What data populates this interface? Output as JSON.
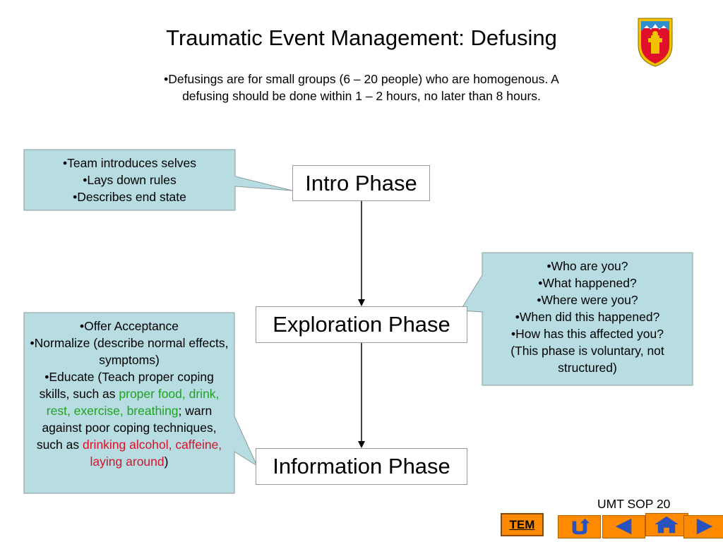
{
  "title": "Traumatic Event Management: Defusing",
  "subtitle": {
    "line1": "•Defusings are for small groups (6 – 20 people) who are homogenous. A",
    "line2": "defusing should be done within 1 – 2 hours, no later than 8 hours."
  },
  "phases": {
    "intro": "Intro Phase",
    "exploration": "Exploration Phase",
    "information": "Information Phase"
  },
  "intro_note": [
    "•Team introduces selves",
    "•Lays down rules",
    "•Describes end state"
  ],
  "exploration_note": [
    "•Who are you?",
    "•What happened?",
    "•Where were you?",
    "•When did this happened?",
    "•How has this affected you?",
    "(This phase is voluntary, not structured)"
  ],
  "information_note": {
    "item1": "•Offer Acceptance",
    "item2": "•Normalize (describe normal effects, symptoms)",
    "item3_start": "•Educate (Teach proper coping skills, such as ",
    "item3_green": "proper food, drink, rest, exercise, breathing",
    "item3_mid": "; warn against poor coping techniques, such as ",
    "item3_red": "drinking alcohol, caffeine, laying around",
    "item3_end": ")"
  },
  "footer": "UMT SOP 20",
  "buttons": {
    "tem": "TEM"
  },
  "icons": [
    "shield-icon",
    "return-arrow-icon",
    "back-arrow-icon",
    "home-icon",
    "forward-arrow-icon"
  ],
  "colors": {
    "note_fill": "#b7dde3",
    "button_orange": "#ff8a00",
    "green_text": "#1fa31f",
    "red_text": "#d8102a"
  }
}
